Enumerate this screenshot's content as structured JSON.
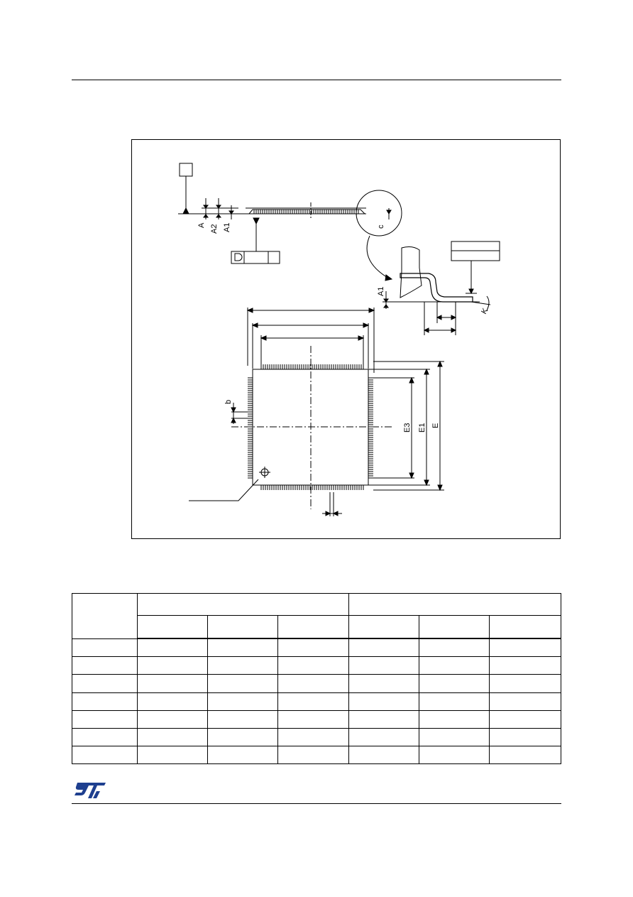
{
  "drawing": {
    "dimension_labels": {
      "A": "A",
      "A2": "A2",
      "A1": "A1",
      "c": "c",
      "b": "b",
      "E3": "E3",
      "E1": "E1",
      "E": "E",
      "K": "K"
    }
  },
  "table": {
    "col_widths": [
      92,
      99,
      99,
      99,
      99,
      99,
      101
    ],
    "data_rows": 7
  },
  "logo": {
    "icon": "st-logo-icon",
    "color": "#1e3f8f"
  }
}
